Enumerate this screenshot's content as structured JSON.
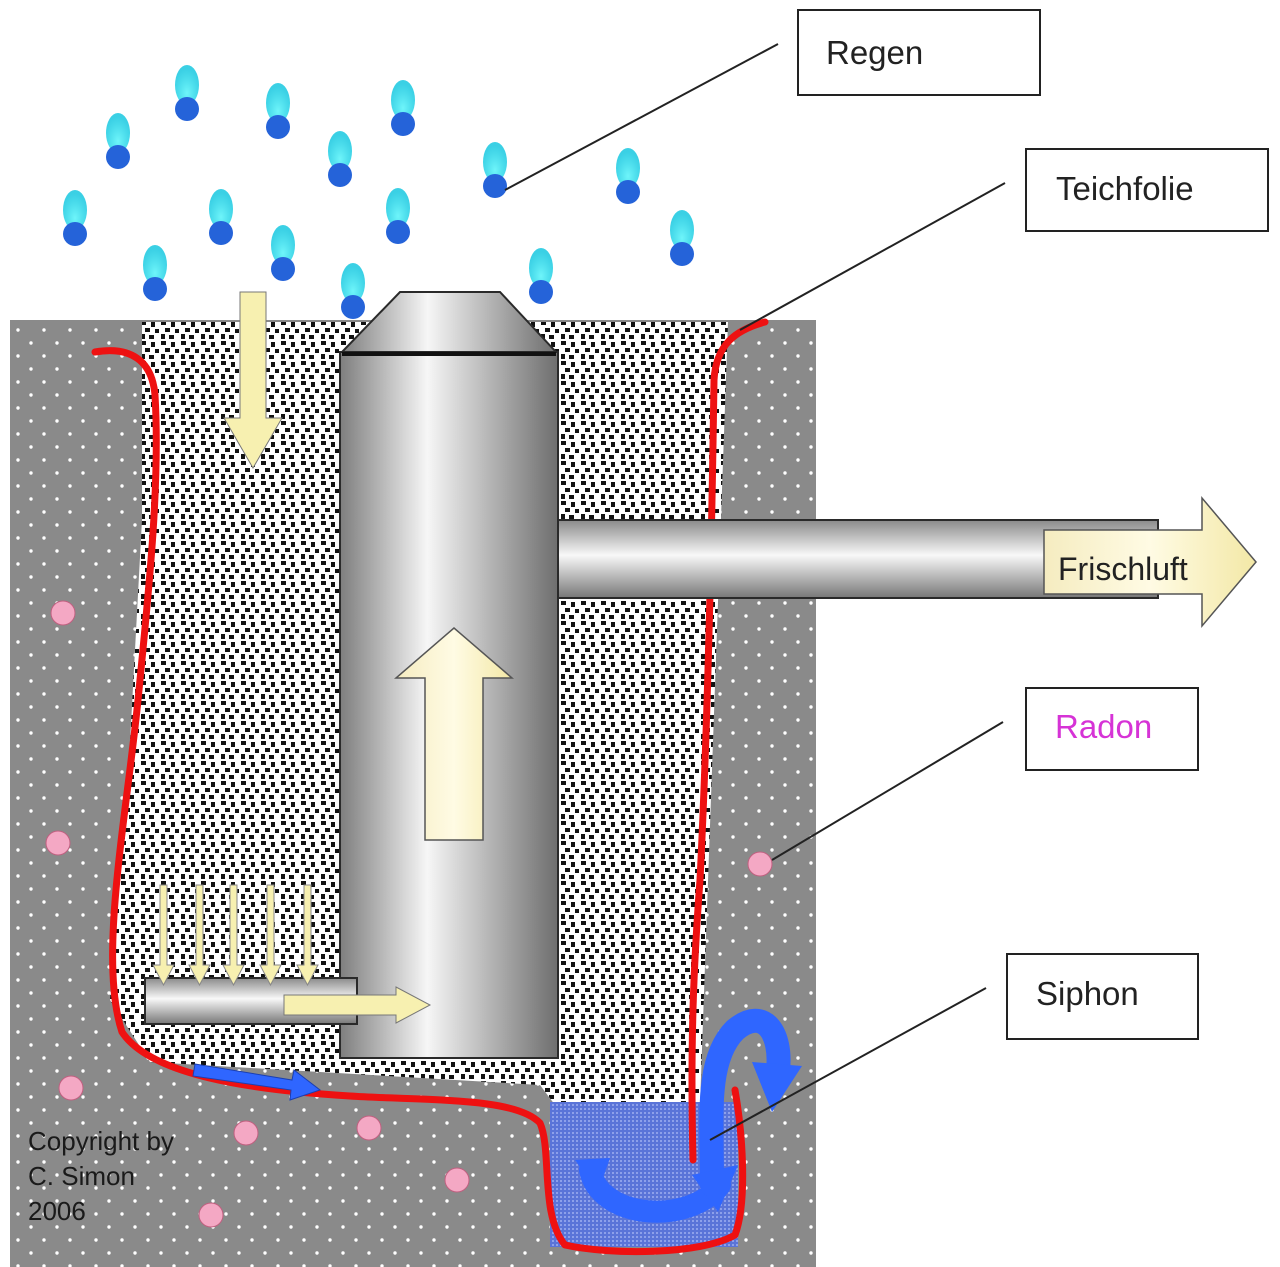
{
  "labels": {
    "rain": "Regen",
    "liner": "Teichfolie",
    "fresh_air": "Frischluft",
    "radon": "Radon",
    "siphon": "Siphon"
  },
  "copyright": {
    "line1": "Copyright by",
    "line2": "C. Simon",
    "line3": "2006"
  },
  "colors": {
    "soil": "#8a8a8a",
    "gravel": "#ffffff",
    "liner": "#ee1111",
    "pipe": "#c8c8c8",
    "arrow_fill": "#fbf5b8",
    "water_flow": "#2f66ff",
    "radon_text": "#d633d6",
    "radon_particle": "#f4a8c4",
    "rain_drop": "#2563d9",
    "rain_trail": "#38e6f0"
  }
}
